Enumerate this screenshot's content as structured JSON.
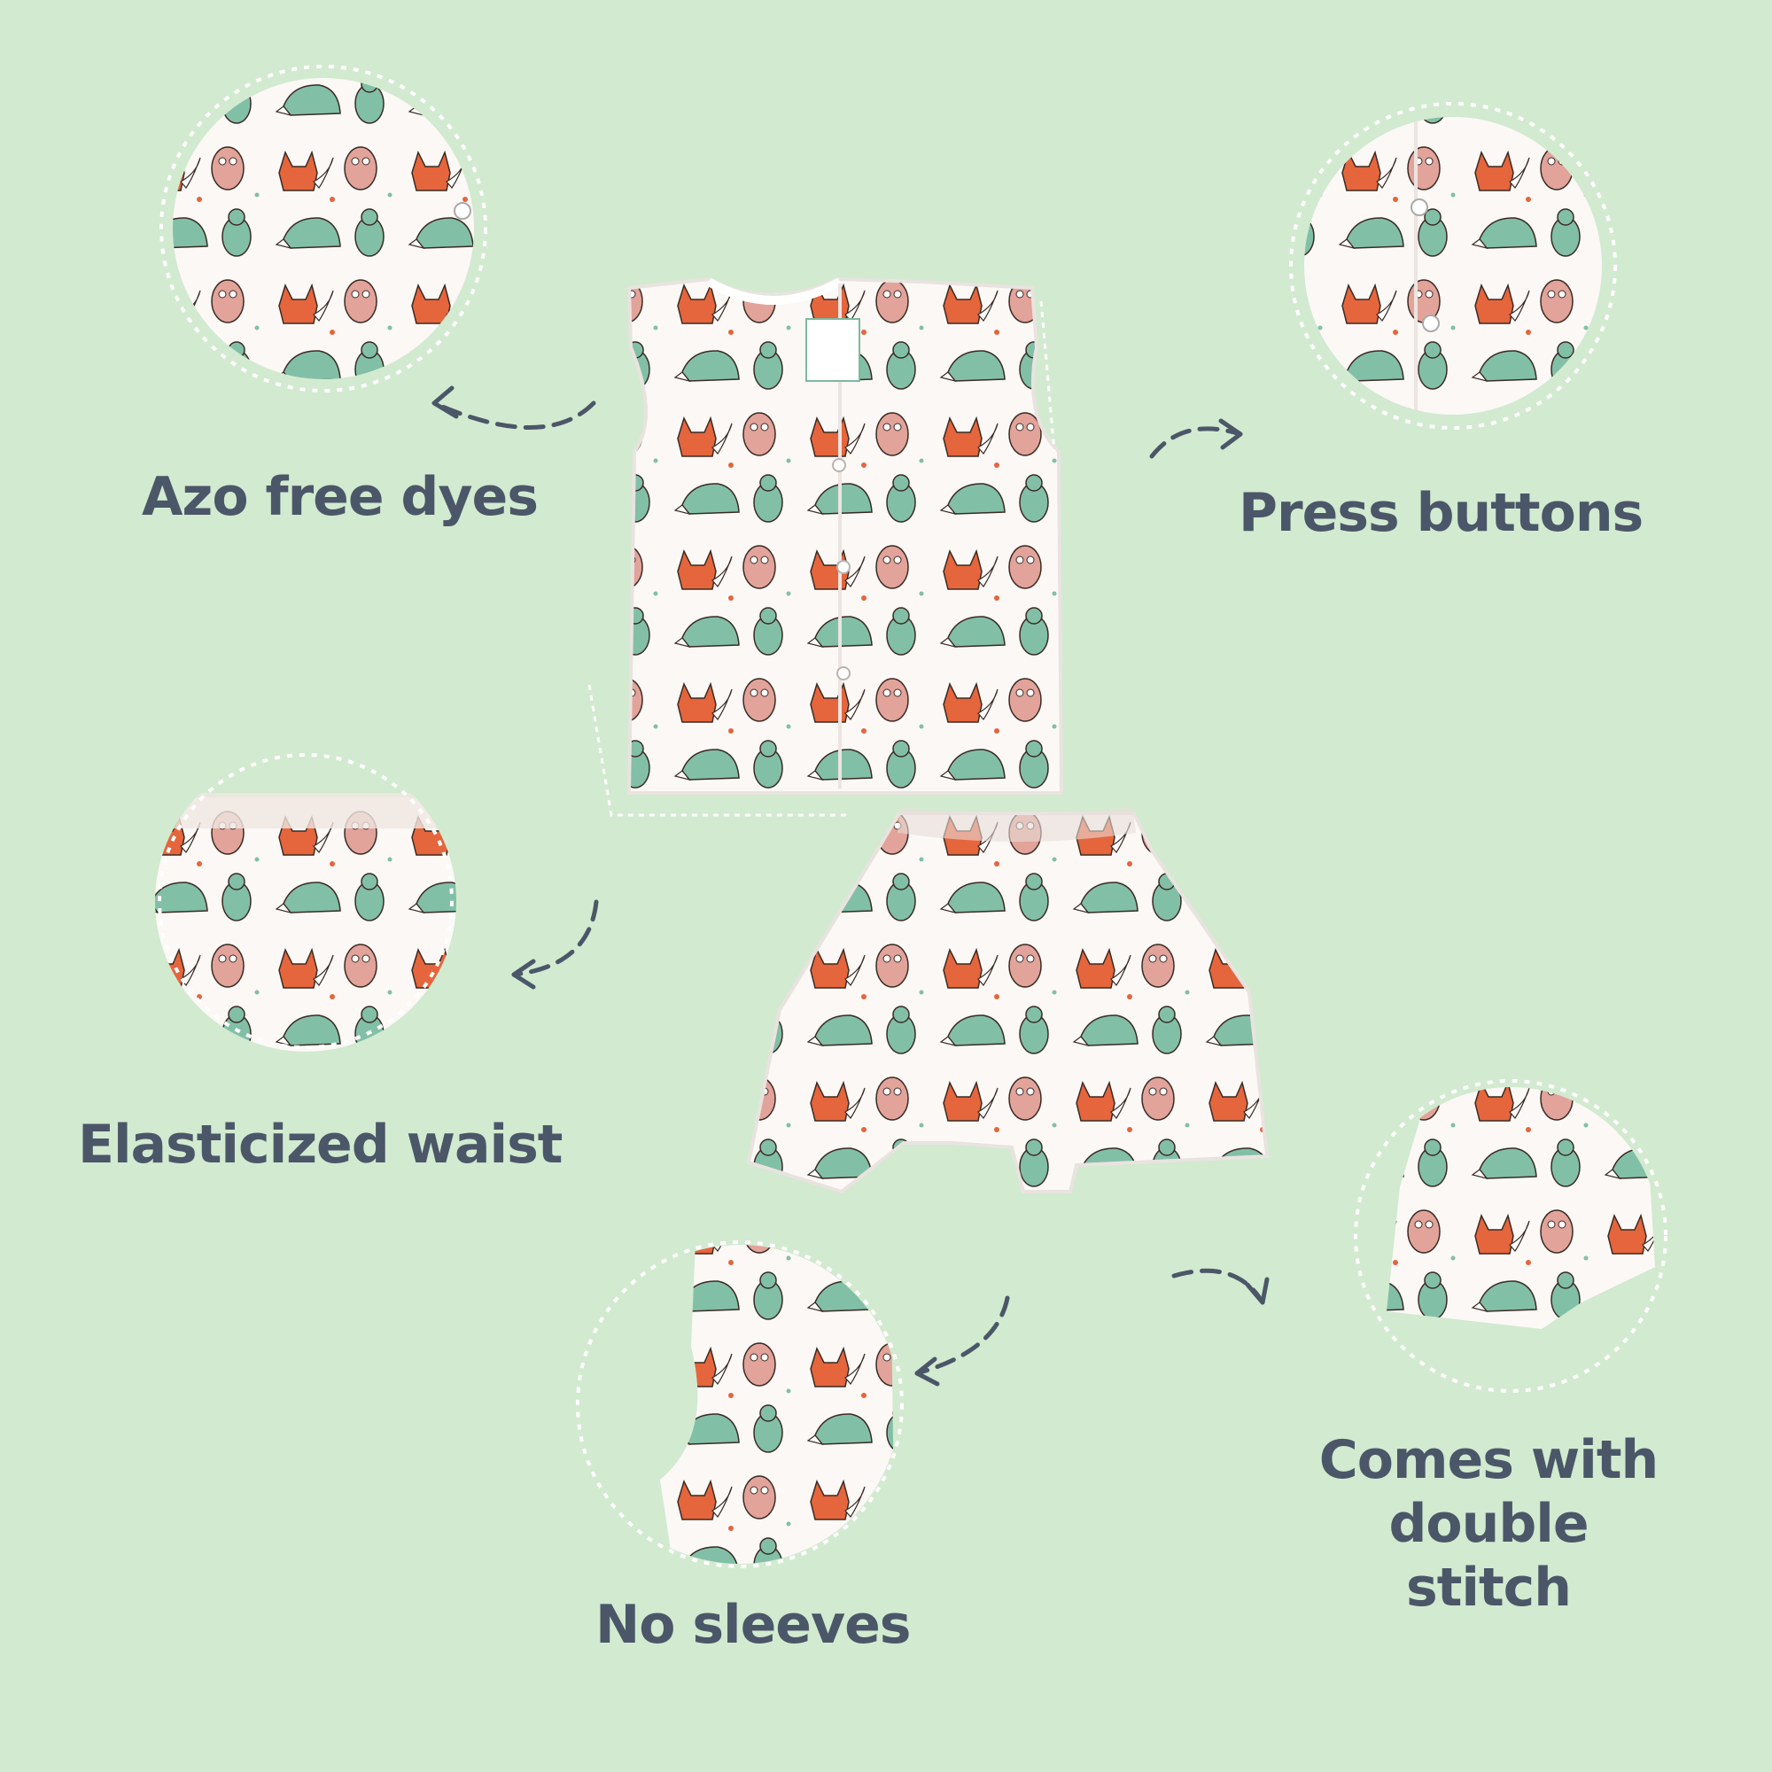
{
  "features": [
    {
      "id": "azo",
      "label": "Azo free dyes"
    },
    {
      "id": "press",
      "label": "Press buttons"
    },
    {
      "id": "elastic",
      "label": "Elasticized waist"
    },
    {
      "id": "stitch",
      "label": "Comes with double stitch"
    },
    {
      "id": "sleeves",
      "label": "No sleeves"
    }
  ],
  "colors": {
    "background": "#d2ead0",
    "text": "#4b5768",
    "fabric": "#fbf8f6",
    "fox": "#e5653c",
    "owl": "#e2a39a",
    "teal": "#82bfa7",
    "outline": "#2f3b3b"
  }
}
